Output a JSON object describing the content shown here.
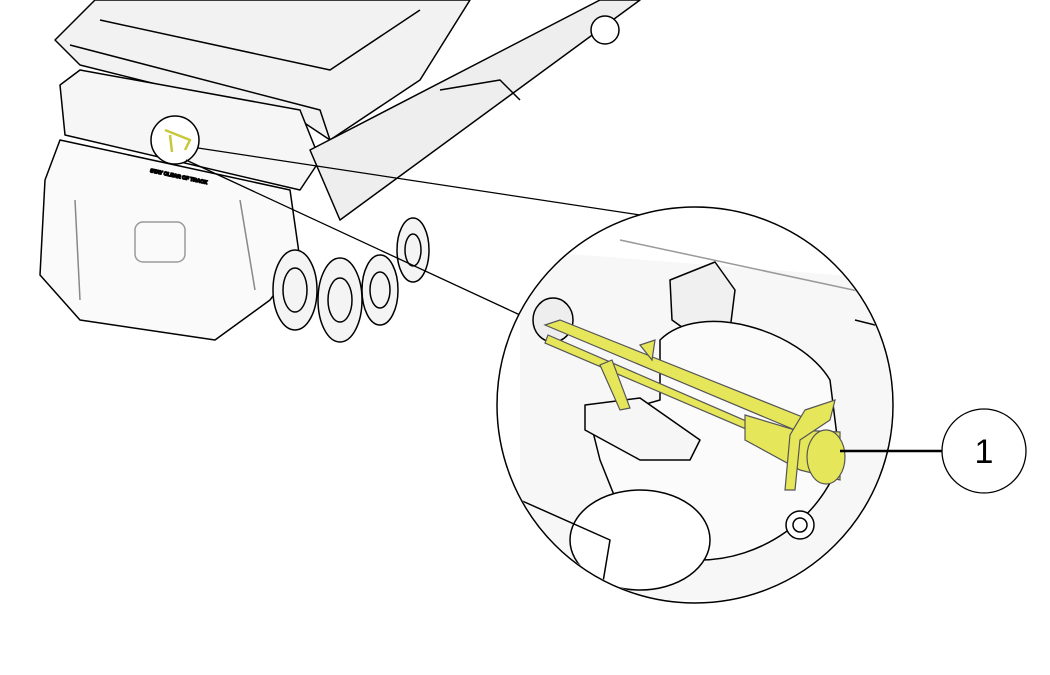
{
  "figure": {
    "flap_label": "STAY CLEAR OF TRACK",
    "callouts": [
      {
        "number": "1",
        "part": "hitch-pin"
      }
    ],
    "colors": {
      "highlight": "#e6e65a",
      "line": "#000000",
      "fill": "#ffffff",
      "shade": "#d8d8d8"
    }
  }
}
